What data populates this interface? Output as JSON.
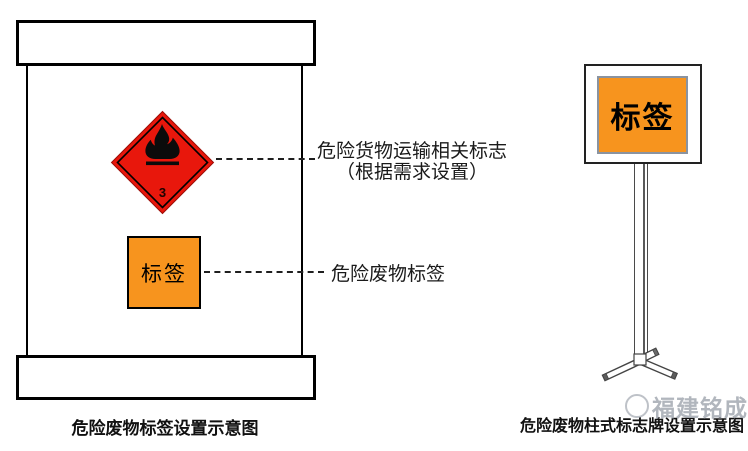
{
  "colors": {
    "placard_red": "#E8170C",
    "label_orange": "#F7941E",
    "outline_black": "#000000",
    "structure_gray": "#4A4A4A",
    "watermark_gray": "#A8AEB6"
  },
  "left_diagram": {
    "placard": {
      "class_number": "3",
      "icon": "flame-icon"
    },
    "waste_label": {
      "text": "标签"
    },
    "annotations": {
      "transport_mark_line1": "危险货物运输相关标志",
      "transport_mark_line2": "（根据需求设置）",
      "waste_label_note": "危险废物标签"
    },
    "caption": "危险废物标签设置示意图"
  },
  "right_diagram": {
    "sign_board": {
      "text": "标签"
    },
    "caption": "危险废物柱式标志牌设置示意图",
    "watermark": "福建铭成"
  }
}
